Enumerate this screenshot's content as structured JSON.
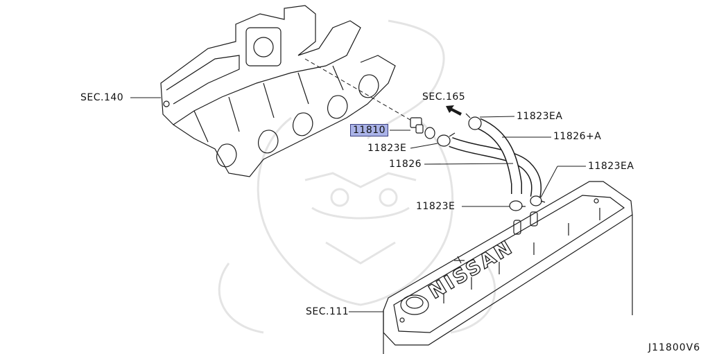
{
  "labels": {
    "sec140": "SEC.140",
    "sec165": "SEC.165",
    "sec111": "SEC.111",
    "p11810": "11810",
    "p11823E_upper": "11823E",
    "p11823E_lower": "11823E",
    "p11826": "11826",
    "p11826A": "11826+A",
    "p11823EA_upper": "11823EA",
    "p11823EA_lower": "11823EA"
  },
  "cover_logo": "NISSAN",
  "diagram_code": "J11800V6",
  "colors": {
    "line": "#1a1a1a",
    "highlight": "#aab3e8",
    "watermark": "#e6e6e6"
  },
  "icons": {
    "arrow": "arrow-left-up-icon",
    "watermark": "samurai-watermark-icon"
  }
}
